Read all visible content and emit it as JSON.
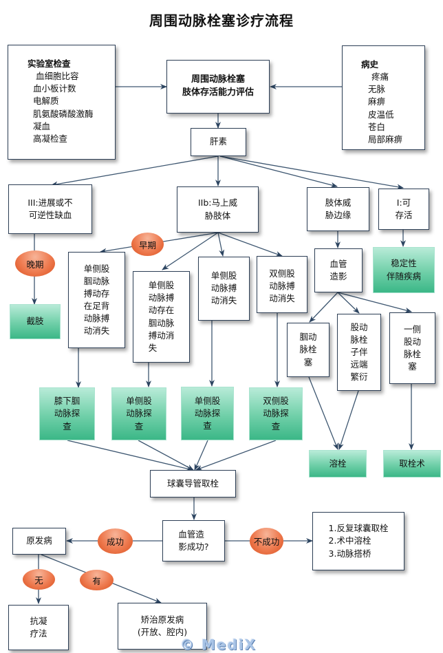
{
  "title": "周围动脉栓塞诊疗流程",
  "colors": {
    "line": "#3d5670",
    "box_border": "#2c3e55",
    "green_top": "#b8ebd8",
    "green_bottom": "#3bb787",
    "ellipse_light": "#f7b498",
    "ellipse_dark": "#d9501e"
  },
  "lab_tests": {
    "heading": "实验室检查",
    "items": [
      "血细胞比容",
      "血小板计数",
      "电解质",
      "肌氨酸磷酸激酶",
      "凝血",
      "高凝检查"
    ]
  },
  "history": {
    "heading": "病史",
    "items": [
      "疼痛",
      "无脉",
      "麻痹",
      "皮温低",
      "苍白",
      "局部麻痹"
    ]
  },
  "nodes": {
    "assessment": "周围动脉栓塞\n肢体存活能力评估",
    "heparin": "肝素",
    "class3": "III:进展或不\n可逆性缺血",
    "class2b": "IIb:马上威\n胁肢体",
    "threatened": "肢体威\n胁边缘",
    "class1": "I:可\n存活",
    "angio": "血管\n造影",
    "stable": "稳定性\n伴随疾病",
    "amputation": "截肢",
    "unilateral_popliteal": "单侧股\n腘动脉\n搏动存\n在足背\n动脉搏\n动消失",
    "unilateral_fem_pop_present": "单侧股\n动脉搏\n动存在\n腘动脉\n搏动消\n失",
    "unilateral_fem_absent": "单侧股\n动脉搏\n动消失",
    "bilateral_fem_absent": "双侧股\n动脉搏\n动消失",
    "popliteal_embolus": "腘动\n脉栓\n塞",
    "femoral_distal": "股动\n脉栓\n子伴\n远端\n繁衍",
    "unilateral_femoral_embolus": "一侧\n股动\n脉栓\n塞",
    "explore_popliteal": "膝下腘\n动脉探\n查",
    "explore_unilateral_1": "单侧股\n动脉探\n查",
    "explore_unilateral_2": "单侧股\n动脉探\n查",
    "explore_bilateral": "双侧股\n动脉探\n查",
    "thrombolysis": "溶栓",
    "embolectomy": "取栓术",
    "balloon": "球囊导管取栓",
    "angio_success": "血管造\n影成功?",
    "primary_disease": "原发病",
    "failure_options": "1.反复球囊取栓\n2.术中溶栓\n3.动脉搭桥",
    "anticoagulation": "抗凝\n疗法",
    "correct_primary": "矫治原发病\n(开放、腔内)"
  },
  "labels": {
    "late": "晚期",
    "early": "早期",
    "success": "成功",
    "failure": "不成功",
    "none": "无",
    "has": "有"
  },
  "watermark": "© MediX"
}
